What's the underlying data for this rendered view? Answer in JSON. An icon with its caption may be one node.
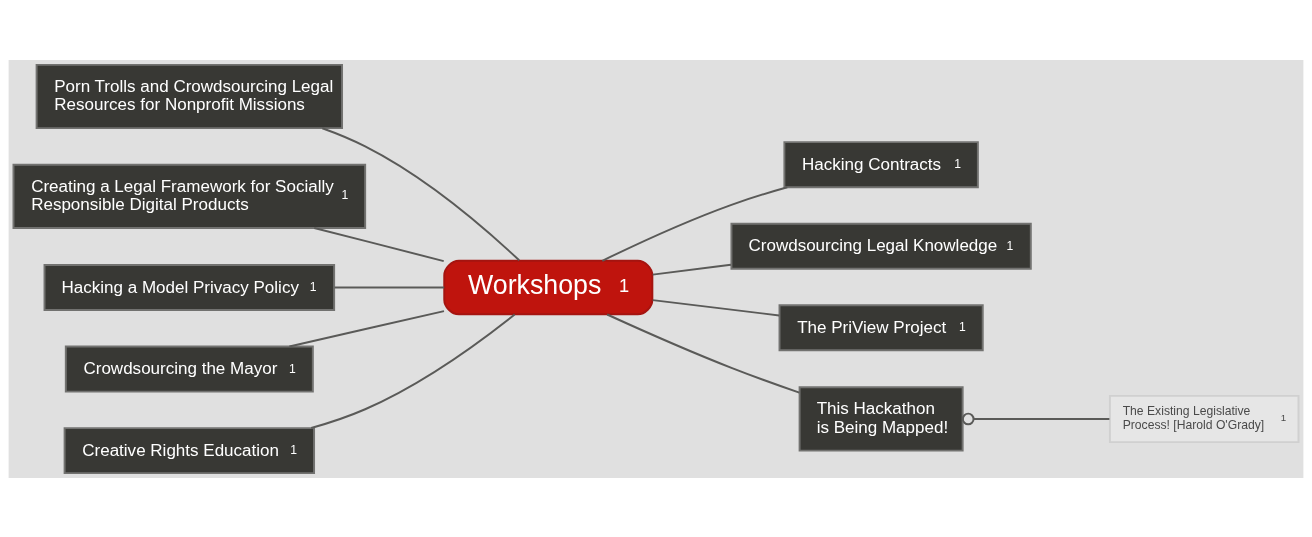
{
  "diagram": {
    "nodes": [
      {
        "text": [
          "Workshops",
          "1"
        ]
      },
      {
        "text": [
          "Porn Trolls and Crowdsourcing Legal Resources for Nonprofit Missions"
        ]
      },
      {
        "text": [
          "Creating a Legal Framework for Socially Responsible Digital Products",
          "1"
        ]
      },
      {
        "text": [
          "Hacking a Model Privacy Policy",
          "1"
        ]
      },
      {
        "text": [
          "Crowdsourcing the Mayor",
          "1"
        ]
      },
      {
        "text": [
          "Creative Rights Education",
          "1"
        ]
      },
      {
        "text": [
          "Hacking Contracts",
          "1"
        ]
      },
      {
        "text": [
          "Crowdsourcing Legal Knowledge",
          "1"
        ]
      },
      {
        "text": [
          "The PriView Project",
          "1"
        ]
      },
      {
        "text": [
          "This Hackathon is Being Mapped!"
        ]
      },
      {
        "text": [
          "The Existing Legislative Process! [Harold O'Grady]",
          "1"
        ]
      }
    ],
    "edges": [
      {
        "from": 0,
        "to": 6,
        "arrow": "none"
      },
      {
        "from": 0,
        "to": 7,
        "arrow": "none"
      },
      {
        "from": 0,
        "to": 8,
        "arrow": "none"
      },
      {
        "from": 0,
        "to": 9,
        "arrow": "none"
      },
      {
        "from": 1,
        "to": 0,
        "arrow": "none"
      },
      {
        "from": 2,
        "to": 0,
        "arrow": "none"
      },
      {
        "from": 3,
        "to": 0,
        "arrow": "none"
      },
      {
        "from": 4,
        "to": 0,
        "arrow": "none"
      },
      {
        "from": 5,
        "to": 0,
        "arrow": "none"
      },
      {
        "from": 9,
        "to": 10,
        "arrow": "other"
      }
    ]
  }
}
